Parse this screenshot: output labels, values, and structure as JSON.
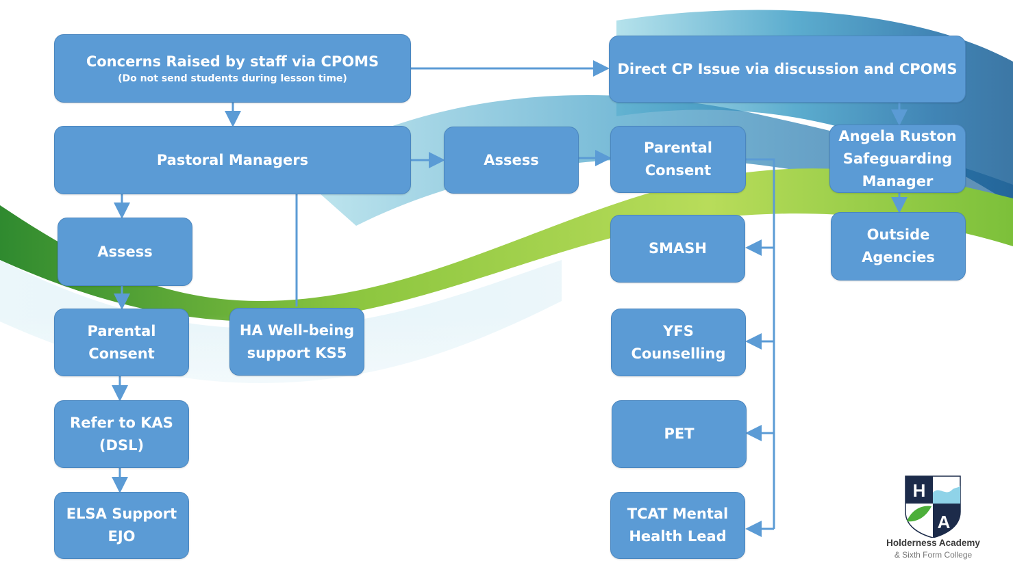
{
  "boxes": {
    "concerns": {
      "line1": "Concerns Raised by staff via CPOMS",
      "line2": "(Do not send students during lesson time)"
    },
    "direct_cp": {
      "line1": "Direct CP Issue via discussion and CPOMS"
    },
    "pastoral": {
      "line1": "Pastoral Managers"
    },
    "assess_mid": {
      "line1": "Assess"
    },
    "parental_right": {
      "line1": "Parental",
      "line2": "Consent"
    },
    "angela": {
      "line1": "Angela Ruston",
      "line2": "Safeguarding",
      "line3": "Manager"
    },
    "outside": {
      "line1": "Outside",
      "line2": "Agencies"
    },
    "assess_left": {
      "line1": "Assess"
    },
    "parental_left": {
      "line1": "Parental",
      "line2": "Consent"
    },
    "ha_wellbeing": {
      "line1": "HA Well-being",
      "line2": "support KS5"
    },
    "refer_kas": {
      "line1": "Refer to KAS",
      "line2": "(DSL)"
    },
    "elsa": {
      "line1": "ELSA Support",
      "line2": "EJO"
    },
    "smash": {
      "line1": "SMASH"
    },
    "yfs": {
      "line1": "YFS",
      "line2": "Counselling"
    },
    "pet": {
      "line1": "PET"
    },
    "tcat": {
      "line1": "TCAT Mental",
      "line2": "Health Lead"
    }
  },
  "logo": {
    "letter_h": "H",
    "letter_a": "A",
    "name": "Holderness Academy",
    "subtitle": "& Sixth Form College"
  },
  "colors": {
    "box_fill": "#5b9bd5",
    "box_border": "#4a86bf",
    "arrow": "#5b9bd5",
    "text": "#ffffff"
  }
}
